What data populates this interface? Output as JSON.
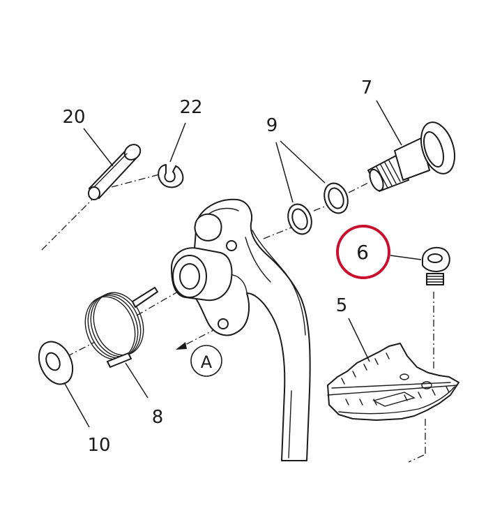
{
  "diagram": {
    "labels": {
      "pin": "20",
      "clip": "22",
      "washers": "9",
      "shaft_bolt": "7",
      "screw": "6",
      "footpeg": "5",
      "spring": "8",
      "washer": "10",
      "view": "A"
    },
    "highlight_color": "#c8102e",
    "ink_color": "#1a1a1a"
  }
}
